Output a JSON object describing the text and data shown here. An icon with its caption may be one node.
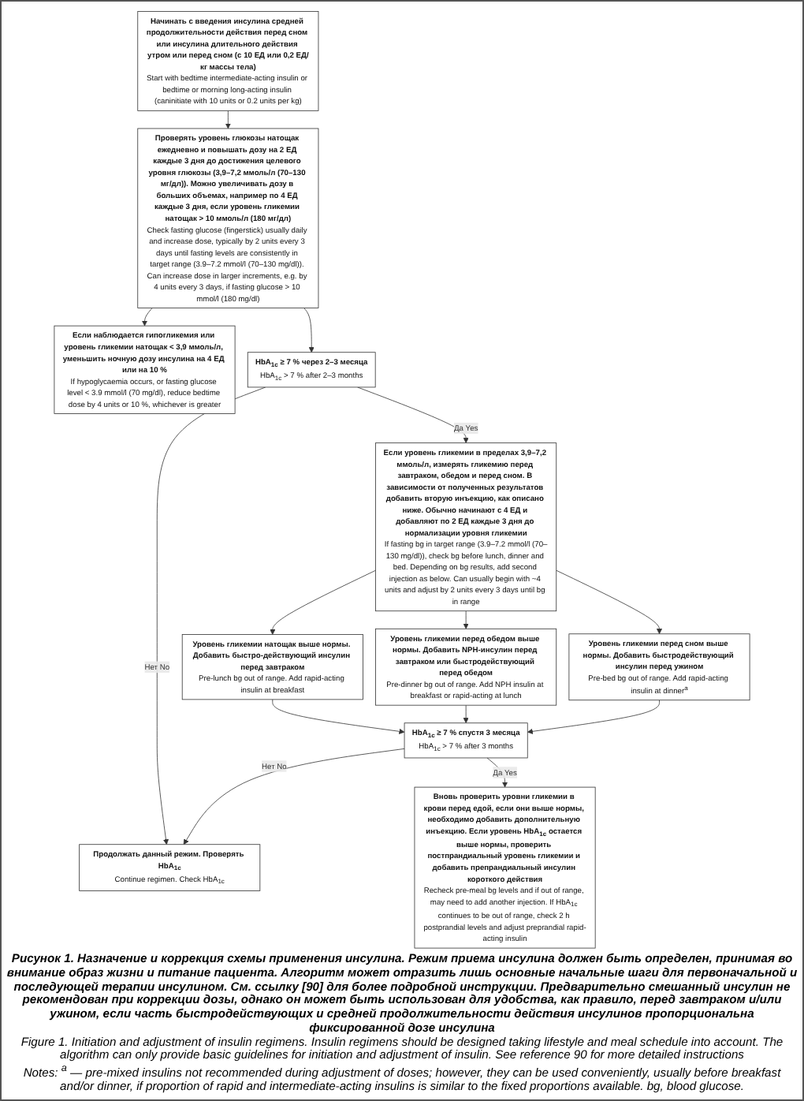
{
  "diagram": {
    "caption": "Рисунок 1. Назначение и коррекция схемы применения инсулина. Режим приема инсулина должен быть определен, принимая во внимание образ жизни и питание пациента. Алгоритм может отразить лишь основные начальные шаги для первоначальной и последующей терапии инсулином. См. ссылку [90] для более подробной инструкции. Предварительно смешанный инсулин не рекомендован при коррекции дозы, однако он может быть использован для удобства, как правило, перед завтраком и/или ужином, если часть быстродействующих и средней продолжительности действия инсулинов пропорциональна фиксированной дозе инсулина",
    "nodes": [
      {
        "text": [
          "Начинать с введения инсулина средней продолжительности действия перед сном или инсулина длительного действия утром или перед сном (с 10 ЕД или 0,2 ЕД/кг массы тела)",
          "Start with bedtime intermediate-acting insulin or bedtime or morning long-acting insulin (caninitiate with 10 units or 0.2 units per kg)"
        ]
      },
      {
        "text": [
          "Проверять уровень глюкозы натощак ежедневно и повышать дозу на 2 ЕД каждые 3 дня до достижения целевого уровня глюкозы (3,9–7,2 ммоль/л (70–130 мг/дл)). Можно увеличивать дозу в больших объемах, например по 4 ЕД каждые 3 дня, если уровень гликемии натощак > 10 ммоль/л (180 мг/дл)",
          "Check fasting glucose (fingerstick) usually daily and increase dose, typically by 2 units every 3 days until fasting levels are consistently in target range (3.9–7.2 mmol/l (70–130 mg/dl)). Can increase dose in larger increments, e.g. by 4 units every 3 days, if fasting glucose > 10 mmol/l (180 mg/dl)"
        ]
      },
      {
        "text": [
          "Если наблюдается гипогликемия или уровень гликемии натощак < 3,9 ммоль/л, уменьшить ночную дозу инсулина на 4 ЕД или на 10 %",
          "If hypoglycaemia occurs, or fasting glucose level < 3.9 mmol/l (70 mg/dl), reduce bedtime dose by 4 units or 10 %, whichever is greater"
        ]
      },
      {
        "text": [
          "HbA$_{1c}$ ≥ 7 % через 2–3 месяца",
          "HbA$_{1c}$ > 7 % after 2–3 months"
        ]
      },
      {
        "text": [
          "Продолжать данный режим. Проверять HbA$_{1c}$",
          "Continue regimen. Check HbA$_{1c}$"
        ]
      },
      {
        "text": [
          "Если уровень гликемии в пределах 3,9–7,2 ммоль/л, измерять гликемию перед завтраком, обедом и перед сном. В зависимости от полученных результатов добавить вторую инъекцию, как описано ниже. Обычно начинают с 4 ЕД и добавляют по 2 ЕД каждые 3 дня до нормализации уровня гликемии",
          "If fasting bg in target range (3.9–7.2 mmol/l (70–130 mg/dl)), check bg before lunch, dinner and bed. Depending on bg results, add second injection as below. Can usually begin with ~4 units and adjust by 2 units every 3 days until bg in range"
        ]
      },
      {
        "text": [
          "Уровень гликемии натощак выше нормы. Добавить быстро-действующий инсулин перед завтраком",
          "Pre-lunch bg out of range. Add rapid-acting insulin at breakfast"
        ]
      },
      {
        "text": [
          "Уровень гликемии перед обедом выше нормы. Добавить NPH-инсулин перед завтраком или быстродействующий перед обедом",
          "Pre-dinner bg out of range. Add NPH insulin at breakfast or rapid-acting at lunch"
        ]
      },
      {
        "text": [
          "Уровень гликемии перед сном выше нормы. Добавить быстродействующий инсулин перед ужином",
          "Pre-bed bg out of range. Add rapid-acting insulin at dinner$^{a}$"
        ]
      },
      {
        "text": [
          "HbA$_{1c}$ ≥ 7 % спустя 3 месяца",
          "HbA$_{1c}$ > 7 % after 3 months"
        ]
      },
      {
        "text": [
          "Вновь проверить уровни гликемии в крови перед едой, если они выше нормы, необходимо добавить дополнительную инъекцию. Если уровень HbA$_{1c}$ остается выше нормы, проверить постпрандиальный уровень гликемии и добавить препрандиальный инсулин короткого действия",
          "Recheck pre-meal bg levels and if out of range, may need to add another injection. If HbA$_{1c}$ continues to be out of range, check 2 h postprandial levels and adjust preprandial rapid-acting insulin"
        ]
      }
    ],
    "edges": [
      {
        "from": 0,
        "to": 1,
        "arrow": "to"
      },
      {
        "from": 1,
        "to": 2,
        "arrow": "to"
      },
      {
        "from": 1,
        "to": 3,
        "arrow": "to"
      },
      {
        "from": 3,
        "to": 4,
        "arrow": "to",
        "label": "Нет No"
      },
      {
        "from": 3,
        "to": 5,
        "arrow": "to",
        "label": "Да Yes"
      },
      {
        "from": 5,
        "to": 6,
        "arrow": "to"
      },
      {
        "from": 5,
        "to": 7,
        "arrow": "to"
      },
      {
        "from": 5,
        "to": 8,
        "arrow": "to"
      },
      {
        "from": 6,
        "to": 9,
        "arrow": "to"
      },
      {
        "from": 7,
        "to": 9,
        "arrow": "to"
      },
      {
        "from": 8,
        "to": 9,
        "arrow": "to"
      },
      {
        "from": 9,
        "to": 4,
        "arrow": "to",
        "label": "Нет No"
      },
      {
        "from": 9,
        "to": 10,
        "arrow": "to",
        "label": "Да Yes"
      }
    ],
    "labels": [
      "Figure 1. Initiation and adjustment of insulin regimens. Insulin regimens should be designed taking lifestyle and meal schedule into account. The algorithm can only provide basic guidelines for initiation and adjustment of insulin. See reference 90 for more detailed instructions",
      "Notes: $^{a}$ — pre-mixed insulins not recommended during adjustment of doses; however, they can be used conveniently, usually before breakfast and/or dinner, if proportion of rapid and intermediate-acting insulins is similar to the fixed proportions available. bg, blood glucose."
    ]
  }
}
